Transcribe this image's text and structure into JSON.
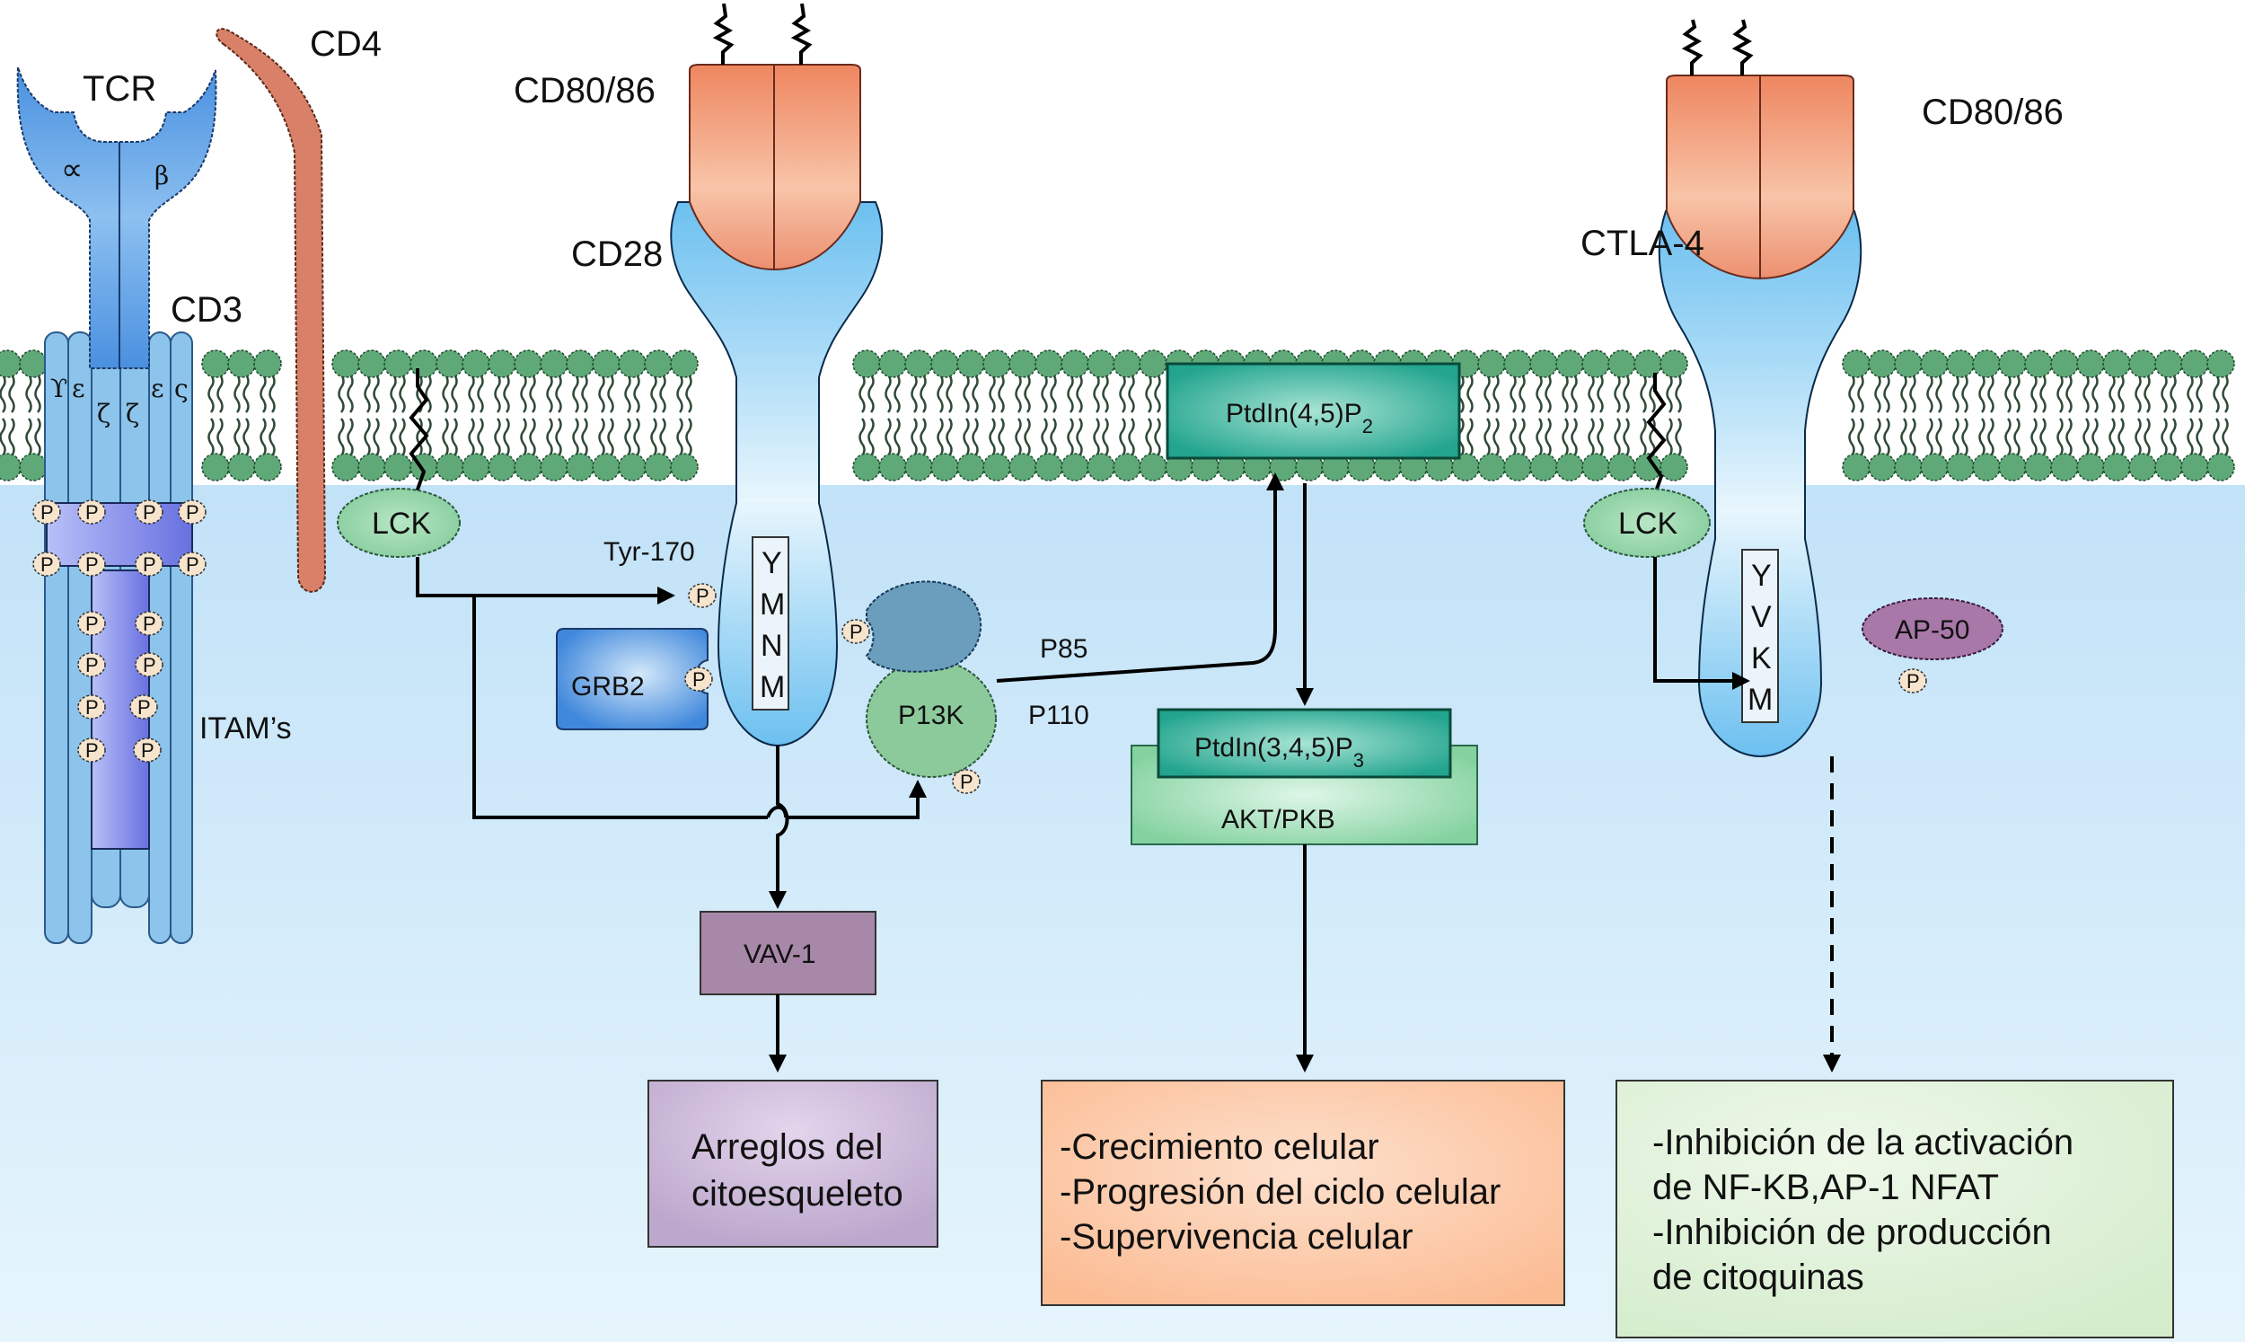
{
  "figure": {
    "type": "signaling-pathway",
    "topic": "CD28 / CTLA-4 costimulation signaling in T cells"
  },
  "labels": {
    "tcr": "TCR",
    "tcr_alpha": "∝",
    "tcr_beta": "β",
    "cd3": "CD3",
    "cd4": "CD4",
    "cd3_chains_top": [
      "ϒ",
      "ε",
      "ε",
      "ς"
    ],
    "cd3_zeta": [
      "ζ",
      "ζ"
    ],
    "itams": "ITAM’s",
    "cd80_86_left": "CD80/86",
    "cd28": "CD28",
    "cd80_86_right": "CD80/86",
    "ctla4": "CTLA-4",
    "lck_left": "LCK",
    "lck_right": "LCK",
    "tyr170": "Tyr-170",
    "grb2": "GRB2",
    "pi3k": "P13K",
    "p85": "P85",
    "p110": "P110",
    "phospho": "P",
    "cd28_motif": [
      "Y",
      "M",
      "N",
      "M"
    ],
    "ctla4_motif": [
      "Y",
      "V",
      "K",
      "M"
    ],
    "ap50": "AP-50",
    "ptdins45p2": "PtdIn(4,5)P",
    "ptdins45p2_sub": "2",
    "ptdins345p3": "PtdIn(3,4,5)P",
    "ptdins345p3_sub": "3",
    "akt": "AKT/PKB",
    "vav1": "VAV-1"
  },
  "outcomes": {
    "cytoskeleton": [
      "Arreglos del",
      "citoesqueleto"
    ],
    "akt_effects": [
      "-Crecimiento celular",
      "-Progresión del ciclo celular",
      "-Supervivencia celular"
    ],
    "ctla4_effects": [
      "-Inhibición de la activación",
      "de NF-KB,AP-1 NFAT",
      "-Inhibición de producción",
      "de citoquinas"
    ]
  },
  "edges": [
    {
      "from": "LCK",
      "to": "CD28 Tyr-170",
      "style": "solid"
    },
    {
      "from": "LCK",
      "to": "P13K",
      "style": "solid"
    },
    {
      "from": "CD28",
      "to": "VAV-1",
      "style": "solid"
    },
    {
      "from": "VAV-1",
      "to": "Arreglos del citoesqueleto",
      "style": "solid"
    },
    {
      "from": "P13K (P110)",
      "to": "PtdIn(4,5)P2",
      "style": "solid"
    },
    {
      "from": "PtdIn(4,5)P2",
      "to": "PtdIn(3,4,5)P3",
      "style": "solid"
    },
    {
      "from": "AKT/PKB",
      "to": "Crecimiento / Progresión / Supervivencia",
      "style": "solid"
    },
    {
      "from": "LCK",
      "to": "CTLA-4 YVKM",
      "style": "solid"
    },
    {
      "from": "CTLA-4",
      "to": "Inhibición",
      "style": "dashed"
    }
  ],
  "colors": {
    "cytoplasm": "#c4e4f8",
    "lipid_head": "#5fa878",
    "tcr_blue": "#4a92e0",
    "cd4_salmon": "#d98068",
    "ligand_orange": "#ef8a68",
    "receptor_blue": "#7cc8f0",
    "lck_green": "#8fd4a4",
    "grb2_blue": "#4a8ee0",
    "pi3k_p85": "#6a9ebc",
    "pi3k_p110": "#8cca9c",
    "ptdins_teal": "#2aae9c",
    "akt_green": "#8cd8a8",
    "vav_purple": "#a888a8",
    "ap50_purple": "#a878a8",
    "box_purple": "#c8b4d4",
    "box_orange": "#fcc8a4",
    "box_green": "#dcf0d4"
  }
}
